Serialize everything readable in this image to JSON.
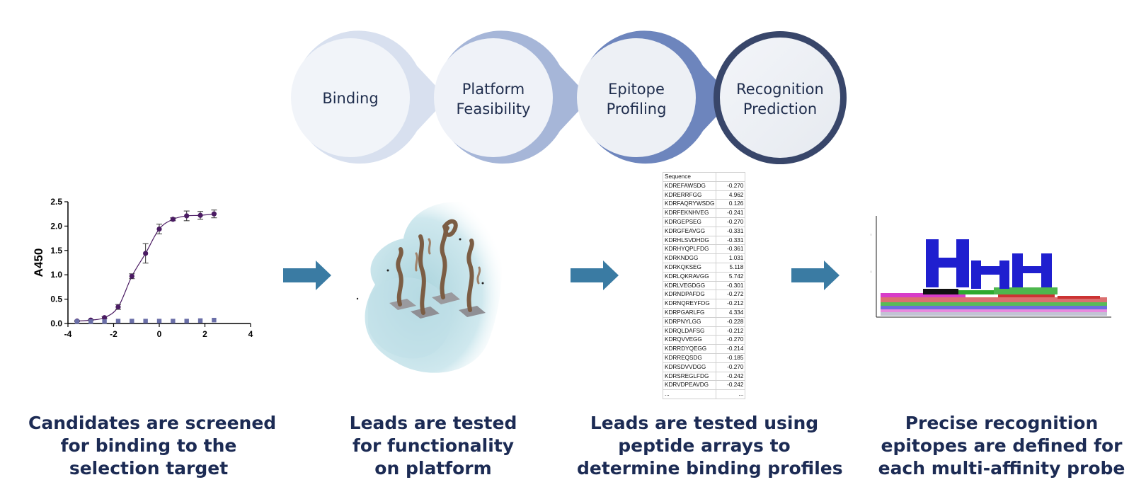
{
  "process_steps": [
    {
      "lines": [
        "Binding"
      ]
    },
    {
      "lines": [
        "Platform",
        "Feasibility"
      ]
    },
    {
      "lines": [
        "Epitope",
        "Profiling"
      ]
    },
    {
      "lines": [
        "Recognition",
        "Prediction"
      ]
    }
  ],
  "captions": [
    {
      "lines": [
        "Candidates are screened",
        "for binding to the",
        "selection target"
      ]
    },
    {
      "lines": [
        "Leads are tested",
        "for functionality",
        "on platform"
      ]
    },
    {
      "lines": [
        "Leads are tested using",
        "peptide arrays to",
        "determine binding profiles"
      ]
    },
    {
      "lines": [
        "Precise recognition",
        "epitopes are defined for",
        "each multi-affinity probe"
      ]
    }
  ],
  "chart_data": {
    "type": "scatter",
    "ylabel": "A450",
    "xlabel": "",
    "xlim": [
      -4,
      4
    ],
    "ylim": [
      0,
      2.5
    ],
    "x_ticks": [
      "-4",
      "-2",
      "0",
      "2",
      "4"
    ],
    "y_ticks": [
      "0.0",
      "0.5",
      "1.0",
      "1.5",
      "2.0",
      "2.5"
    ],
    "series": [
      {
        "marker": "circle",
        "color": "#4b1c63",
        "x": [
          -3.6,
          -3.0,
          -2.4,
          -1.8,
          -1.2,
          -0.6,
          0.0,
          0.6,
          1.2,
          1.8,
          2.4
        ],
        "y": [
          0.05,
          0.07,
          0.12,
          0.34,
          0.97,
          1.44,
          1.94,
          2.14,
          2.21,
          2.22,
          2.25
        ],
        "err": [
          0.01,
          0.01,
          0.02,
          0.05,
          0.05,
          0.2,
          0.1,
          0.03,
          0.1,
          0.08,
          0.08
        ],
        "fit_curve": true
      },
      {
        "marker": "square",
        "color": "#6a6fa8",
        "x": [
          -3.6,
          -3.0,
          -2.4,
          -1.8,
          -1.2,
          -0.6,
          0.0,
          0.6,
          1.2,
          1.8,
          2.4
        ],
        "y": [
          0.04,
          0.04,
          0.04,
          0.05,
          0.05,
          0.05,
          0.05,
          0.05,
          0.05,
          0.06,
          0.07
        ],
        "err": [],
        "fit_curve": false
      }
    ]
  },
  "sequence_table": {
    "header": "Sequence",
    "rows": [
      [
        "KDREFAWSDG",
        "-0.270"
      ],
      [
        "KDRERRFGG",
        "4.962"
      ],
      [
        "KDRFAQRYWSDG",
        "0.126"
      ],
      [
        "KDRFEKNHVEG",
        "-0.241"
      ],
      [
        "KDRGEPSEG",
        "-0.270"
      ],
      [
        "KDRGFEAVGG",
        "-0.331"
      ],
      [
        "KDRHLSVDHDG",
        "-0.331"
      ],
      [
        "KDRHYQPLFDG",
        "-0.361"
      ],
      [
        "KDRKNDGG",
        "1.031"
      ],
      [
        "KDRKQKSEG",
        "5.118"
      ],
      [
        "KDRLQKRAVGG",
        "5.742"
      ],
      [
        "KDRLVEGDGG",
        "-0.301"
      ],
      [
        "KDRNDPAFDG",
        "-0.272"
      ],
      [
        "KDRNQREYFDG",
        "-0.212"
      ],
      [
        "KDRPGARLFG",
        "4.334"
      ],
      [
        "KDRPNYLGG",
        "-0.228"
      ],
      [
        "KDRQLDAFSG",
        "-0.212"
      ],
      [
        "KDRQVVEGG",
        "-0.270"
      ],
      [
        "KDRRDYQEGG",
        "-0.214"
      ],
      [
        "KDRREQSDG",
        "-0.185"
      ],
      [
        "KDRSDVVDGG",
        "-0.270"
      ],
      [
        "KDRSREGLFDG",
        "-0.242"
      ],
      [
        "KDRVDPEAVDG",
        "-0.242"
      ],
      [
        "...",
        "..."
      ]
    ]
  },
  "logo_letters": [
    "H",
    "H",
    "H"
  ],
  "colors": {
    "caption_text": "#1c2b54",
    "arrow": "#3a7ba3",
    "step1": "#d8e0ef",
    "step2": "#a6b6d8",
    "step3": "#6d85bd",
    "step4": "#38466a",
    "logo_blue": "#1f1fcf"
  }
}
